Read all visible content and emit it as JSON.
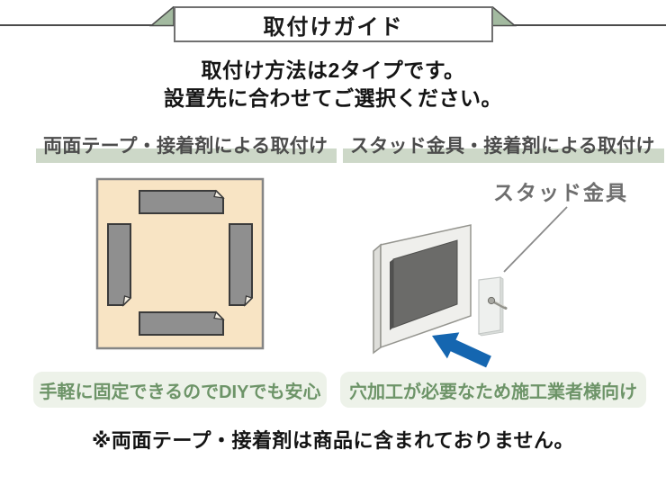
{
  "header": {
    "title": "取付けガイド"
  },
  "intro": {
    "line1": "取付け方法は2タイプです。",
    "line2": "設置先に合わせてご選択ください。"
  },
  "methods": [
    {
      "id": "tape",
      "title": "両面テープ・接着剤による取付け",
      "caption": "手軽に固定できるのでDIYでも安心",
      "illustration": "mirror-back-with-four-tape-strips"
    },
    {
      "id": "stud",
      "title": "スタッド金具・接着剤による取付け",
      "part_label": "スタッド金具",
      "caption": "穴加工が必要なため施工業者様向け",
      "illustration": "panel-mounting-onto-wall-stud-bracket"
    }
  ],
  "footnote": "※両面テープ・接着剤は商品に含まれておりません。",
  "colors": {
    "ribbon_line": "#4b4b4b",
    "fold_green": "#a3baa0",
    "title_band_green": "#cdd8c8",
    "pill_bg": "#edf2e9",
    "pill_text": "#6d9468",
    "mirror_back_beige": "#f8e4c4",
    "tape_gray": "#8f8f8f",
    "arrow_blue": "#1566b0"
  }
}
